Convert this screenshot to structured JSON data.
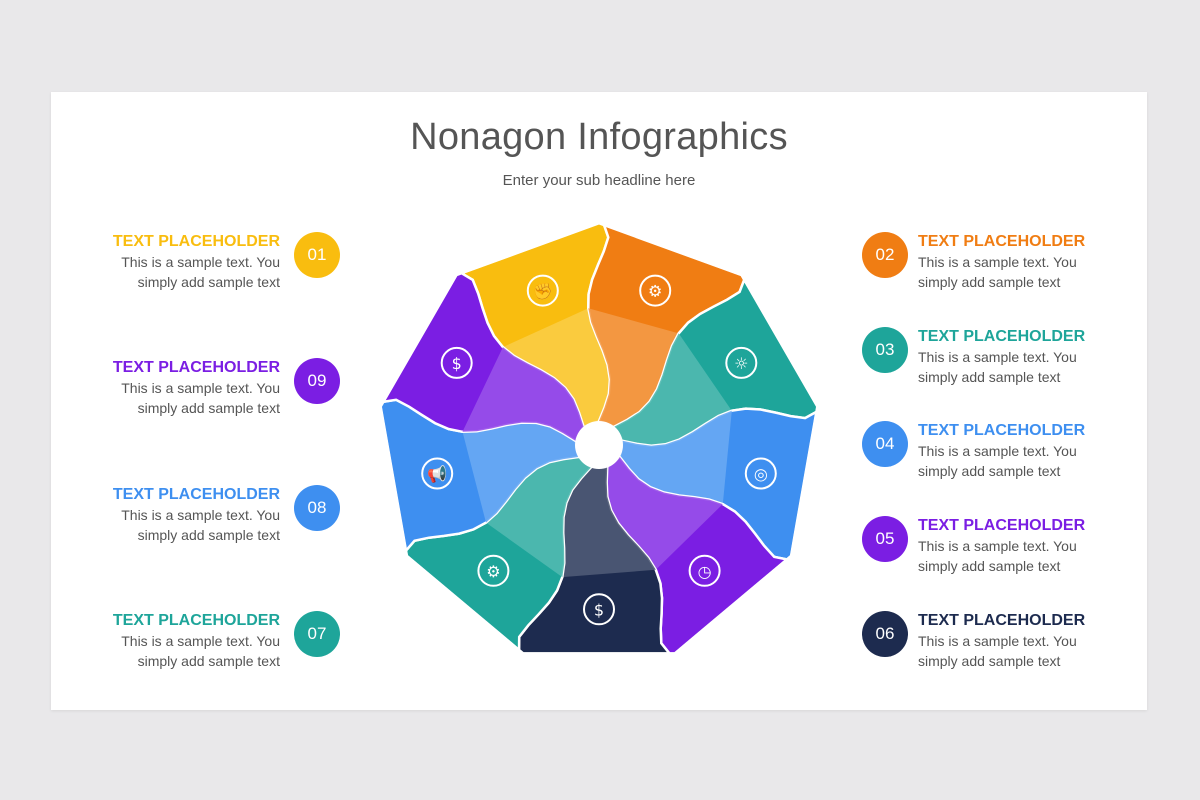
{
  "title": "Nonagon Infographics",
  "subtitle": "Enter your sub headline here",
  "items": [
    {
      "num": "01",
      "heading": "TEXT PLACEHOLDER",
      "text": "This is a sample text. You simply add sample text",
      "color": "#f9bd0f",
      "icon": "fist-icon"
    },
    {
      "num": "02",
      "heading": "TEXT PLACEHOLDER",
      "text": "This is a sample text. You simply add sample text",
      "color": "#f07d13",
      "icon": "gear-tools-icon"
    },
    {
      "num": "03",
      "heading": "TEXT PLACEHOLDER",
      "text": "This is a sample text. You simply add sample text",
      "color": "#1ea59a",
      "icon": "brain-bulb-icon"
    },
    {
      "num": "04",
      "heading": "TEXT PLACEHOLDER",
      "text": "This is a sample text. You simply add sample text",
      "color": "#3e8ff0",
      "icon": "target-icon"
    },
    {
      "num": "05",
      "heading": "TEXT PLACEHOLDER",
      "text": "This is a sample text. You simply add sample text",
      "color": "#7b1ee3",
      "icon": "stopwatch-icon"
    },
    {
      "num": "06",
      "heading": "TEXT PLACEHOLDER",
      "text": "This is a sample text. You simply add sample text",
      "color": "#1d2b4f",
      "icon": "money-plant-icon"
    },
    {
      "num": "07",
      "heading": "TEXT PLACEHOLDER",
      "text": "This is a sample text. You simply add sample text",
      "color": "#1ea59a",
      "icon": "gear-icon"
    },
    {
      "num": "08",
      "heading": "TEXT PLACEHOLDER",
      "text": "This is a sample text. You simply add sample text",
      "color": "#3e8ff0",
      "icon": "megaphone-icon"
    },
    {
      "num": "09",
      "heading": "TEXT PLACEHOLDER",
      "text": "This is a sample text. You simply add sample text",
      "color": "#7b1ee3",
      "icon": "dollar-chart-icon"
    }
  ]
}
